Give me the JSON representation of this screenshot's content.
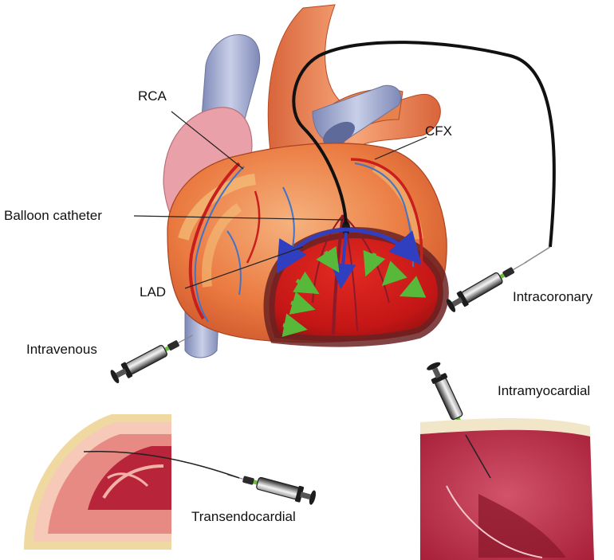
{
  "labels": {
    "rca": "RCA",
    "cfx": "CFX",
    "balloon": "Balloon catheter",
    "lad": "LAD",
    "intravenous": "Intravenous",
    "intracoronary": "Intracoronary",
    "intramyocardial": "Intramyocardial",
    "transendocardial": "Transendocardial"
  },
  "colors": {
    "heart_base": "#e8703a",
    "infarct": "#d01818",
    "infarct_border": "#6b2222",
    "aorta": "#ef8a5c",
    "vena_cava": "#a9b3d6",
    "atrium": "#e9a0a8",
    "artery": "#c81e1e",
    "vein": "#3f74c9",
    "arrow_blue": "#2f3fc0",
    "arrow_green": "#57b83a",
    "catheter": "#111111",
    "syringe_barrel": "#3b3b3b",
    "myocardium": "#c2344e"
  },
  "icons": [
    "syringe-icon",
    "balloon-catheter-icon",
    "heart-illustration"
  ]
}
